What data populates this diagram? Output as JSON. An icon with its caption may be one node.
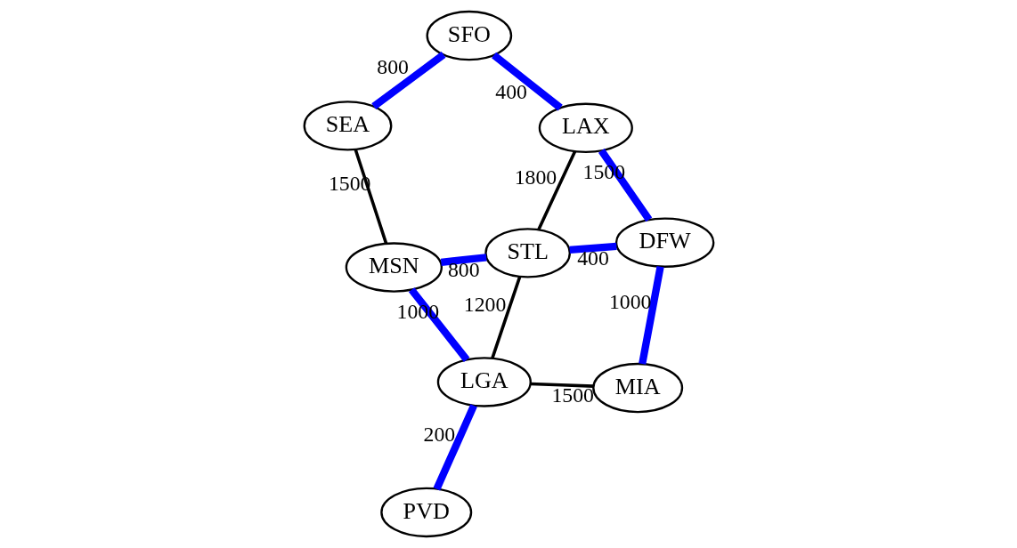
{
  "diagram": {
    "nodes": [
      {
        "text": [
          "SEA"
        ]
      },
      {
        "text": [
          "MSN"
        ]
      },
      {
        "text": [
          "PVD"
        ]
      },
      {
        "text": [
          "SFO"
        ]
      },
      {
        "text": [
          "LGA"
        ]
      },
      {
        "text": [
          "LAX"
        ]
      },
      {
        "text": [
          "STL"
        ]
      },
      {
        "text": [
          "DFW"
        ]
      },
      {
        "text": [
          "MIA"
        ]
      }
    ],
    "edges": [
      {
        "from": 0,
        "to": 1,
        "arrow": "none",
        "label": "1500",
        "color": "#000000"
      },
      {
        "from": 0,
        "to": 3,
        "arrow": "none",
        "label": "800"
      },
      {
        "from": 1,
        "to": 4,
        "arrow": "none",
        "label": "1000"
      },
      {
        "from": 1,
        "to": 6,
        "arrow": "none",
        "label": "800"
      },
      {
        "from": 2,
        "to": 4,
        "arrow": "none",
        "label": "200"
      },
      {
        "from": 4,
        "to": 6,
        "arrow": "none",
        "label": "1200",
        "color": "#000000"
      },
      {
        "from": 3,
        "to": 5,
        "arrow": "none",
        "label": "400"
      },
      {
        "from": 5,
        "to": 6,
        "arrow": "none",
        "label": "1800",
        "color": "#000000"
      },
      {
        "from": 4,
        "to": 8,
        "arrow": "none",
        "label": "1500",
        "color": "#000000"
      },
      {
        "from": 5,
        "to": 7,
        "arrow": "none",
        "label": "1500"
      },
      {
        "from": 6,
        "to": 7,
        "arrow": "none",
        "label": "400"
      },
      {
        "from": 7,
        "to": 8,
        "arrow": "none",
        "label": "1000"
      }
    ]
  }
}
